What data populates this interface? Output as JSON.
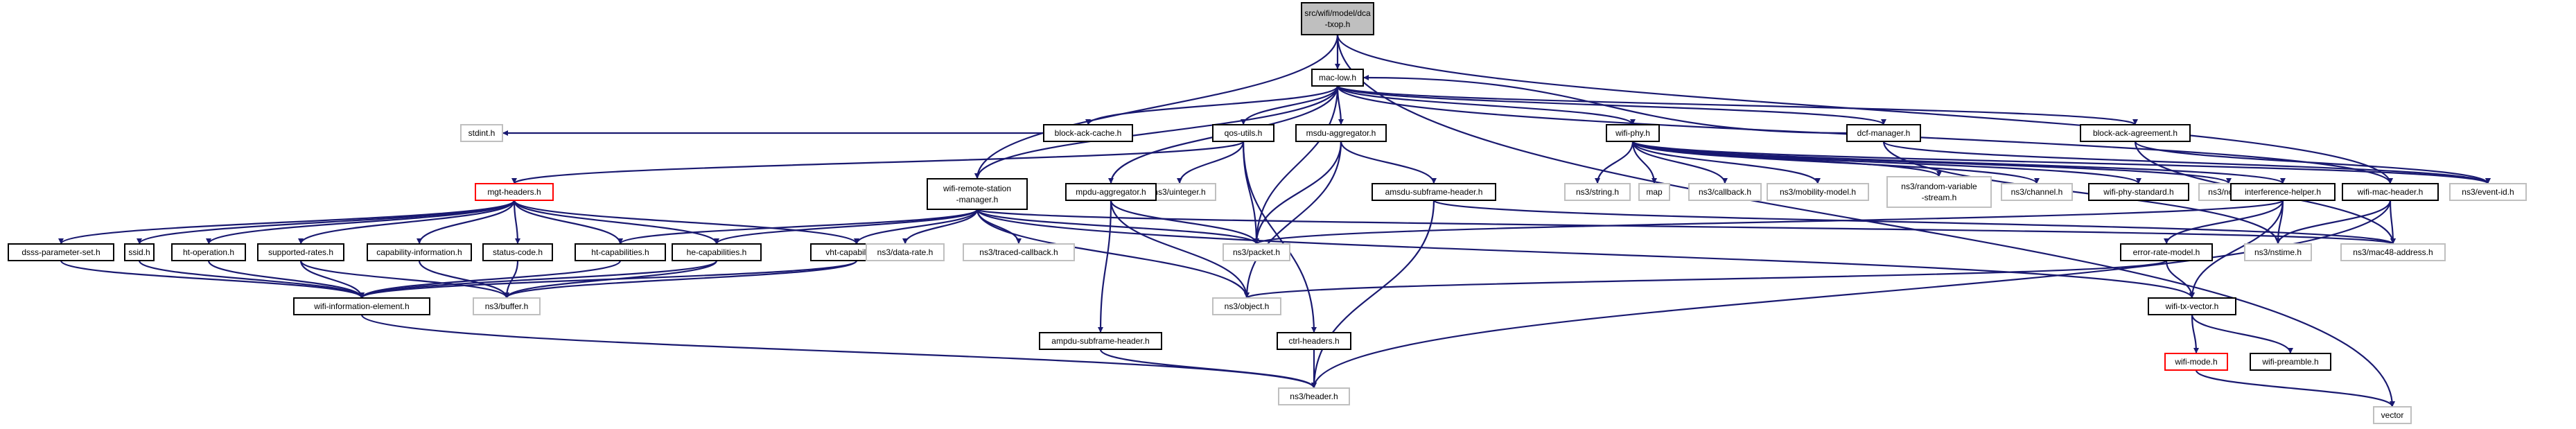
{
  "graph": {
    "title": "src/wifi/model/dca-txop.h",
    "colors": {
      "edge": "#191970",
      "root_fill": "#bfbfbf",
      "border_internal": "#000000",
      "border_external": "#bfbfbf",
      "border_truncated": "#ff0000",
      "node_fill": "#ffffff"
    },
    "nodes": [
      {
        "id": "root",
        "lines": [
          "src/wifi/model/dca",
          "-txop.h"
        ],
        "kind": "root"
      },
      {
        "id": "mac-low",
        "lines": [
          "mac-low.h"
        ],
        "kind": "internal"
      },
      {
        "id": "wifi-remote",
        "lines": [
          "wifi-remote-station",
          "-manager.h"
        ],
        "kind": "internal"
      },
      {
        "id": "wifi-mac-header",
        "lines": [
          "wifi-mac-header.h"
        ],
        "kind": "internal"
      },
      {
        "id": "vector",
        "lines": [
          "vector"
        ],
        "kind": "external"
      },
      {
        "id": "block-ack-cache",
        "lines": [
          "block-ack-cache.h"
        ],
        "kind": "internal"
      },
      {
        "id": "qos-utils",
        "lines": [
          "qos-utils.h"
        ],
        "kind": "internal"
      },
      {
        "id": "msdu-aggregator",
        "lines": [
          "msdu-aggregator.h"
        ],
        "kind": "internal"
      },
      {
        "id": "wifi-phy",
        "lines": [
          "wifi-phy.h"
        ],
        "kind": "internal"
      },
      {
        "id": "dcf-manager",
        "lines": [
          "dcf-manager.h"
        ],
        "kind": "internal"
      },
      {
        "id": "block-ack-agreement",
        "lines": [
          "block-ack-agreement.h"
        ],
        "kind": "internal"
      },
      {
        "id": "stdint",
        "lines": [
          "stdint.h"
        ],
        "kind": "external"
      },
      {
        "id": "mgt-headers",
        "lines": [
          "mgt-headers.h"
        ],
        "kind": "truncated"
      },
      {
        "id": "ns3-uinteger",
        "lines": [
          "ns3/uinteger.h"
        ],
        "kind": "external"
      },
      {
        "id": "mpdu-aggregator",
        "lines": [
          "mpdu-aggregator.h"
        ],
        "kind": "internal"
      },
      {
        "id": "amsdu-subframe-header",
        "lines": [
          "amsdu-subframe-header.h"
        ],
        "kind": "internal"
      },
      {
        "id": "ns3-string",
        "lines": [
          "ns3/string.h"
        ],
        "kind": "external"
      },
      {
        "id": "map",
        "lines": [
          "map"
        ],
        "kind": "external"
      },
      {
        "id": "ns3-callback",
        "lines": [
          "ns3/callback.h"
        ],
        "kind": "external"
      },
      {
        "id": "ns3-mobility-model",
        "lines": [
          "ns3/mobility-model.h"
        ],
        "kind": "external"
      },
      {
        "id": "ns3-random-variable",
        "lines": [
          "ns3/random-variable",
          "-stream.h"
        ],
        "kind": "external"
      },
      {
        "id": "ns3-channel",
        "lines": [
          "ns3/channel.h"
        ],
        "kind": "external"
      },
      {
        "id": "wifi-phy-standard",
        "lines": [
          "wifi-phy-standard.h"
        ],
        "kind": "internal"
      },
      {
        "id": "ns3-node",
        "lines": [
          "ns3/node.h"
        ],
        "kind": "external"
      },
      {
        "id": "interference-helper",
        "lines": [
          "interference-helper.h"
        ],
        "kind": "internal"
      },
      {
        "id": "ns3-event-id",
        "lines": [
          "ns3/event-id.h"
        ],
        "kind": "external"
      },
      {
        "id": "dsss-parameter-set",
        "lines": [
          "dsss-parameter-set.h"
        ],
        "kind": "internal"
      },
      {
        "id": "ssid",
        "lines": [
          "ssid.h"
        ],
        "kind": "internal"
      },
      {
        "id": "ht-operation",
        "lines": [
          "ht-operation.h"
        ],
        "kind": "internal"
      },
      {
        "id": "supported-rates",
        "lines": [
          "supported-rates.h"
        ],
        "kind": "internal"
      },
      {
        "id": "capability-information",
        "lines": [
          "capability-information.h"
        ],
        "kind": "internal"
      },
      {
        "id": "status-code",
        "lines": [
          "status-code.h"
        ],
        "kind": "internal"
      },
      {
        "id": "ht-capabilities",
        "lines": [
          "ht-capabilities.h"
        ],
        "kind": "internal"
      },
      {
        "id": "he-capabilities",
        "lines": [
          "he-capabilities.h"
        ],
        "kind": "internal"
      },
      {
        "id": "vht-capabilities",
        "lines": [
          "vht-capabilities.h"
        ],
        "kind": "internal"
      },
      {
        "id": "ns3-data-rate",
        "lines": [
          "ns3/data-rate.h"
        ],
        "kind": "external"
      },
      {
        "id": "ns3-traced-callback",
        "lines": [
          "ns3/traced-callback.h"
        ],
        "kind": "external"
      },
      {
        "id": "ns3-packet",
        "lines": [
          "ns3/packet.h"
        ],
        "kind": "external"
      },
      {
        "id": "ns3-nstime",
        "lines": [
          "ns3/nstime.h"
        ],
        "kind": "external"
      },
      {
        "id": "ns3-mac48-address",
        "lines": [
          "ns3/mac48-address.h"
        ],
        "kind": "external"
      },
      {
        "id": "error-rate-model",
        "lines": [
          "error-rate-model.h"
        ],
        "kind": "internal"
      },
      {
        "id": "wifi-information-element",
        "lines": [
          "wifi-information-element.h"
        ],
        "kind": "internal"
      },
      {
        "id": "ns3-buffer",
        "lines": [
          "ns3/buffer.h"
        ],
        "kind": "external"
      },
      {
        "id": "ns3-object",
        "lines": [
          "ns3/object.h"
        ],
        "kind": "external"
      },
      {
        "id": "ampdu-subframe-header",
        "lines": [
          "ampdu-subframe-header.h"
        ],
        "kind": "internal"
      },
      {
        "id": "ctrl-headers",
        "lines": [
          "ctrl-headers.h"
        ],
        "kind": "internal"
      },
      {
        "id": "wifi-tx-vector",
        "lines": [
          "wifi-tx-vector.h"
        ],
        "kind": "internal"
      },
      {
        "id": "ns3-header",
        "lines": [
          "ns3/header.h"
        ],
        "kind": "external"
      },
      {
        "id": "wifi-mode",
        "lines": [
          "wifi-mode.h"
        ],
        "kind": "truncated"
      },
      {
        "id": "wifi-preamble",
        "lines": [
          "wifi-preamble.h"
        ],
        "kind": "internal"
      }
    ],
    "edges": [
      [
        "root",
        "mac-low"
      ],
      [
        "root",
        "wifi-remote"
      ],
      [
        "root",
        "wifi-mac-header"
      ],
      [
        "root",
        "vector"
      ],
      [
        "mac-low",
        "block-ack-cache"
      ],
      [
        "mac-low",
        "qos-utils"
      ],
      [
        "mac-low",
        "msdu-aggregator"
      ],
      [
        "mac-low",
        "wifi-phy"
      ],
      [
        "mac-low",
        "dcf-manager"
      ],
      [
        "mac-low",
        "block-ack-agreement"
      ],
      [
        "mac-low",
        "wifi-remote"
      ],
      [
        "mac-low",
        "mpdu-aggregator"
      ],
      [
        "mac-low",
        "wifi-mac-header"
      ],
      [
        "mac-low",
        "ns3-packet"
      ],
      [
        "block-ack-cache",
        "stdint"
      ],
      [
        "qos-utils",
        "mgt-headers"
      ],
      [
        "qos-utils",
        "ns3-uinteger"
      ],
      [
        "qos-utils",
        "ns3-packet"
      ],
      [
        "qos-utils",
        "ctrl-headers"
      ],
      [
        "msdu-aggregator",
        "amsdu-subframe-header"
      ],
      [
        "msdu-aggregator",
        "ns3-packet"
      ],
      [
        "msdu-aggregator",
        "ns3-object"
      ],
      [
        "wifi-phy",
        "ns3-string"
      ],
      [
        "wifi-phy",
        "map"
      ],
      [
        "wifi-phy",
        "ns3-callback"
      ],
      [
        "wifi-phy",
        "ns3-mobility-model"
      ],
      [
        "wifi-phy",
        "ns3-random-variable"
      ],
      [
        "wifi-phy",
        "ns3-channel"
      ],
      [
        "wifi-phy",
        "wifi-phy-standard"
      ],
      [
        "wifi-phy",
        "ns3-node"
      ],
      [
        "wifi-phy",
        "interference-helper"
      ],
      [
        "wifi-phy",
        "ns3-event-id"
      ],
      [
        "dcf-manager",
        "mac-low"
      ],
      [
        "dcf-manager",
        "ns3-event-id"
      ],
      [
        "dcf-manager",
        "ns3-nstime"
      ],
      [
        "block-ack-agreement",
        "ns3-event-id"
      ],
      [
        "block-ack-agreement",
        "ns3-mac48-address"
      ],
      [
        "mgt-headers",
        "dsss-parameter-set"
      ],
      [
        "mgt-headers",
        "ssid"
      ],
      [
        "mgt-headers",
        "ht-operation"
      ],
      [
        "mgt-headers",
        "supported-rates"
      ],
      [
        "mgt-headers",
        "capability-information"
      ],
      [
        "mgt-headers",
        "status-code"
      ],
      [
        "mgt-headers",
        "ht-capabilities"
      ],
      [
        "mgt-headers",
        "he-capabilities"
      ],
      [
        "mgt-headers",
        "vht-capabilities"
      ],
      [
        "wifi-remote",
        "ht-capabilities"
      ],
      [
        "wifi-remote",
        "vht-capabilities"
      ],
      [
        "wifi-remote",
        "he-capabilities"
      ],
      [
        "wifi-remote",
        "ns3-data-rate"
      ],
      [
        "wifi-remote",
        "ns3-traced-callback"
      ],
      [
        "wifi-remote",
        "ns3-packet"
      ],
      [
        "wifi-remote",
        "wifi-tx-vector"
      ],
      [
        "wifi-remote",
        "ns3-mac48-address"
      ],
      [
        "wifi-remote",
        "ns3-object"
      ],
      [
        "mpdu-aggregator",
        "ampdu-subframe-header"
      ],
      [
        "mpdu-aggregator",
        "ns3-packet"
      ],
      [
        "mpdu-aggregator",
        "ns3-object"
      ],
      [
        "amsdu-subframe-header",
        "ns3-header"
      ],
      [
        "amsdu-subframe-header",
        "ns3-mac48-address"
      ],
      [
        "interference-helper",
        "error-rate-model"
      ],
      [
        "interference-helper",
        "wifi-tx-vector"
      ],
      [
        "interference-helper",
        "ns3-nstime"
      ],
      [
        "interference-helper",
        "ns3-packet"
      ],
      [
        "wifi-mac-header",
        "ns3-nstime"
      ],
      [
        "wifi-mac-header",
        "ns3-mac48-address"
      ],
      [
        "wifi-mac-header",
        "ns3-header"
      ],
      [
        "error-rate-model",
        "wifi-tx-vector"
      ],
      [
        "error-rate-model",
        "ns3-object"
      ],
      [
        "dsss-parameter-set",
        "wifi-information-element"
      ],
      [
        "ssid",
        "wifi-information-element"
      ],
      [
        "ht-operation",
        "wifi-information-element"
      ],
      [
        "supported-rates",
        "wifi-information-element"
      ],
      [
        "supported-rates",
        "ns3-buffer"
      ],
      [
        "capability-information",
        "ns3-buffer"
      ],
      [
        "status-code",
        "ns3-buffer"
      ],
      [
        "ht-capabilities",
        "wifi-information-element"
      ],
      [
        "he-capabilities",
        "wifi-information-element"
      ],
      [
        "he-capabilities",
        "ns3-buffer"
      ],
      [
        "vht-capabilities",
        "wifi-information-element"
      ],
      [
        "vht-capabilities",
        "ns3-buffer"
      ],
      [
        "wifi-information-element",
        "ns3-header"
      ],
      [
        "ampdu-subframe-header",
        "ns3-header"
      ],
      [
        "ctrl-headers",
        "ns3-header"
      ],
      [
        "wifi-tx-vector",
        "wifi-mode"
      ],
      [
        "wifi-tx-vector",
        "wifi-preamble"
      ],
      [
        "wifi-mode",
        "vector"
      ]
    ]
  }
}
